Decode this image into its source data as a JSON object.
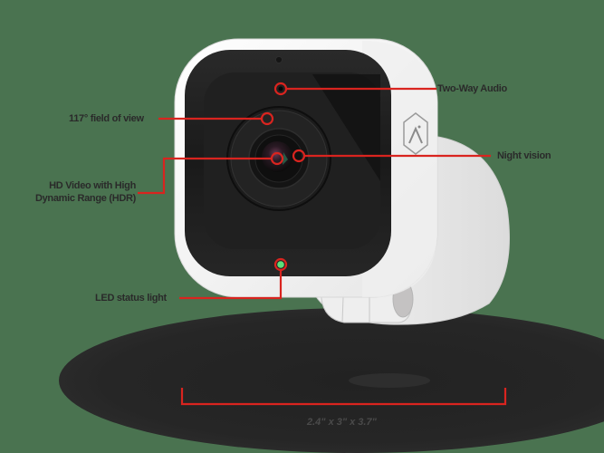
{
  "product": {
    "name": "indoor-security-camera",
    "logo_icon": "hexagon-a-logo-icon"
  },
  "colors": {
    "background": "#4a7350",
    "callout_line": "#d9241f",
    "label_text": "#2a2a2a",
    "shadow": "#262626",
    "camera_body": "#f4f4f4",
    "camera_face": "#1e1e1e",
    "led_status": "#5be07a"
  },
  "callouts": [
    {
      "id": "two-way-audio",
      "label": "Two-Way Audio"
    },
    {
      "id": "field-of-view",
      "label": "117° field of view"
    },
    {
      "id": "hdr-video",
      "label_line1": "HD Video with High",
      "label_line2": "Dynamic Range (HDR)"
    },
    {
      "id": "night-vision",
      "label": "Night vision"
    },
    {
      "id": "led-status",
      "label": "LED status light"
    }
  ],
  "dimensions": {
    "label": "2.4\" x 3\" x 3.7\""
  }
}
